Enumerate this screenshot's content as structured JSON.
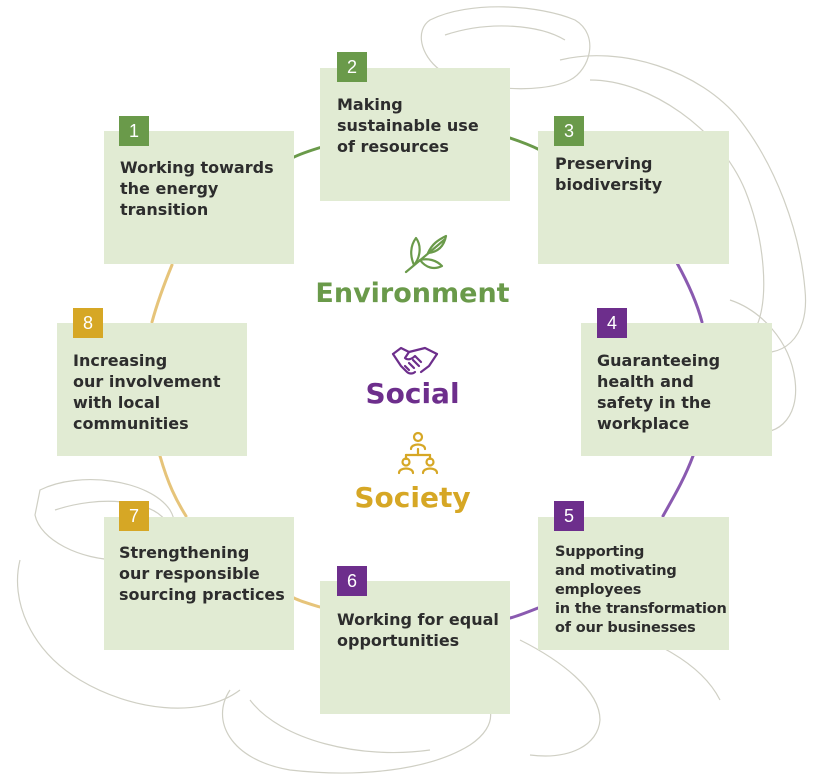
{
  "pillars": [
    {
      "name": "Environment",
      "color": "#6a9a4a",
      "icon": "leaf-branch-icon"
    },
    {
      "name": "Social",
      "color": "#6d2e8c",
      "icon": "handshake-icon"
    },
    {
      "name": "Society",
      "color": "#d6a725",
      "icon": "people-network-icon"
    }
  ],
  "commitments": [
    {
      "number": "1",
      "text": "Working towards\nthe energy\ntransition",
      "pillar": "Environment"
    },
    {
      "number": "2",
      "text": "Making\nsustainable use\nof resources",
      "pillar": "Environment"
    },
    {
      "number": "3",
      "text": "Preserving\nbiodiversity",
      "pillar": "Environment"
    },
    {
      "number": "4",
      "text": "Guaranteeing\nhealth and\nsafety in the\nworkplace",
      "pillar": "Social"
    },
    {
      "number": "5",
      "text": "Supporting\nand motivating\nemployees\nin the transformation\nof our businesses",
      "pillar": "Social"
    },
    {
      "number": "6",
      "text": "Working for equal\nopportunities",
      "pillar": "Social"
    },
    {
      "number": "7",
      "text": "Strengthening\nour responsible\nsourcing practices",
      "pillar": "Society"
    },
    {
      "number": "8",
      "text": "Increasing\nour involvement\nwith local\ncommunities",
      "pillar": "Society"
    }
  ],
  "colors": {
    "box_background": "#e1ebd3",
    "decorative_outline": "#cfcfc4"
  }
}
